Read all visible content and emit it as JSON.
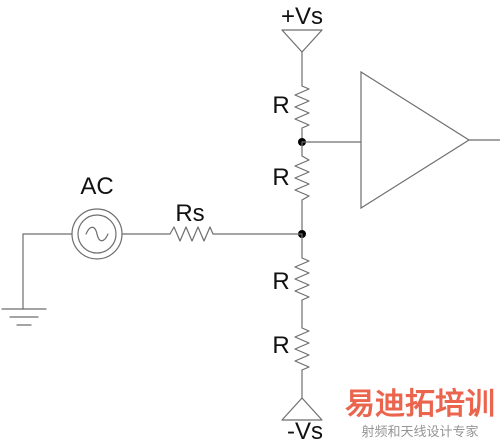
{
  "labels": {
    "pos_supply": "+Vs",
    "neg_supply": "-Vs",
    "ac_source": "AC",
    "source_resistor": "Rs",
    "resistor_1": "R",
    "resistor_2": "R",
    "resistor_3": "R",
    "resistor_4": "R"
  },
  "watermark": {
    "main": "易迪拓培训",
    "sub": "射频和天线设计专家"
  },
  "colors": {
    "line": "#6e6e6e",
    "node": "#000000",
    "text": "#111111",
    "watermark": "#e84a2f"
  }
}
